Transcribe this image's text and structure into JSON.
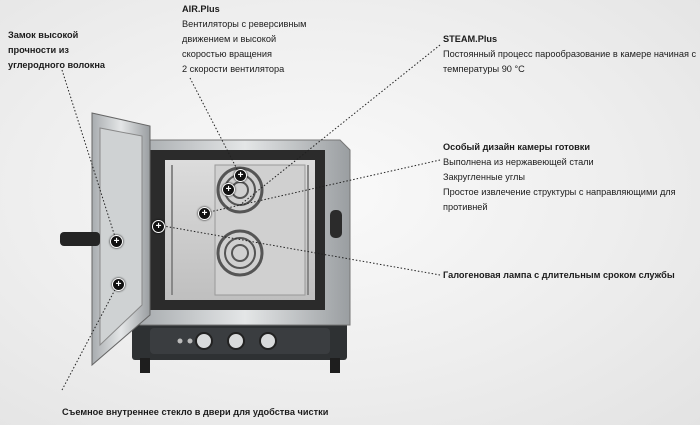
{
  "labels": {
    "lock": [
      "Замок высокой",
      "прочности из",
      "углеродного волокна"
    ],
    "airplus": {
      "title": "AIR.Plus",
      "lines": [
        "Вентиляторы с реверсивным",
        "движением и высокой",
        "скоростью вращения",
        "2 скорости вентилятора"
      ]
    },
    "steamplus": {
      "title": "STEAM.Plus",
      "lines": [
        "Постоянный процесс парообразование в камере начиная с",
        "температуры 90 °С"
      ]
    },
    "chamber": {
      "title": "Особый дизайн камеры готовки",
      "lines": [
        "Выполнена из нержавеющей стали",
        "Закругленные углы",
        "Простое извлечение структуры с направляющими для",
        "противней"
      ]
    },
    "lamp": "Галогеновая лампа с длительным сроком службы",
    "glass": "Съемное внутреннее стекло в двери для удобства чистки"
  },
  "marker_symbol": "+",
  "colors": {
    "text": "#1c1c1c",
    "steel": "#c9ccce",
    "dark": "#2a2a2a",
    "panel": "#333638"
  }
}
